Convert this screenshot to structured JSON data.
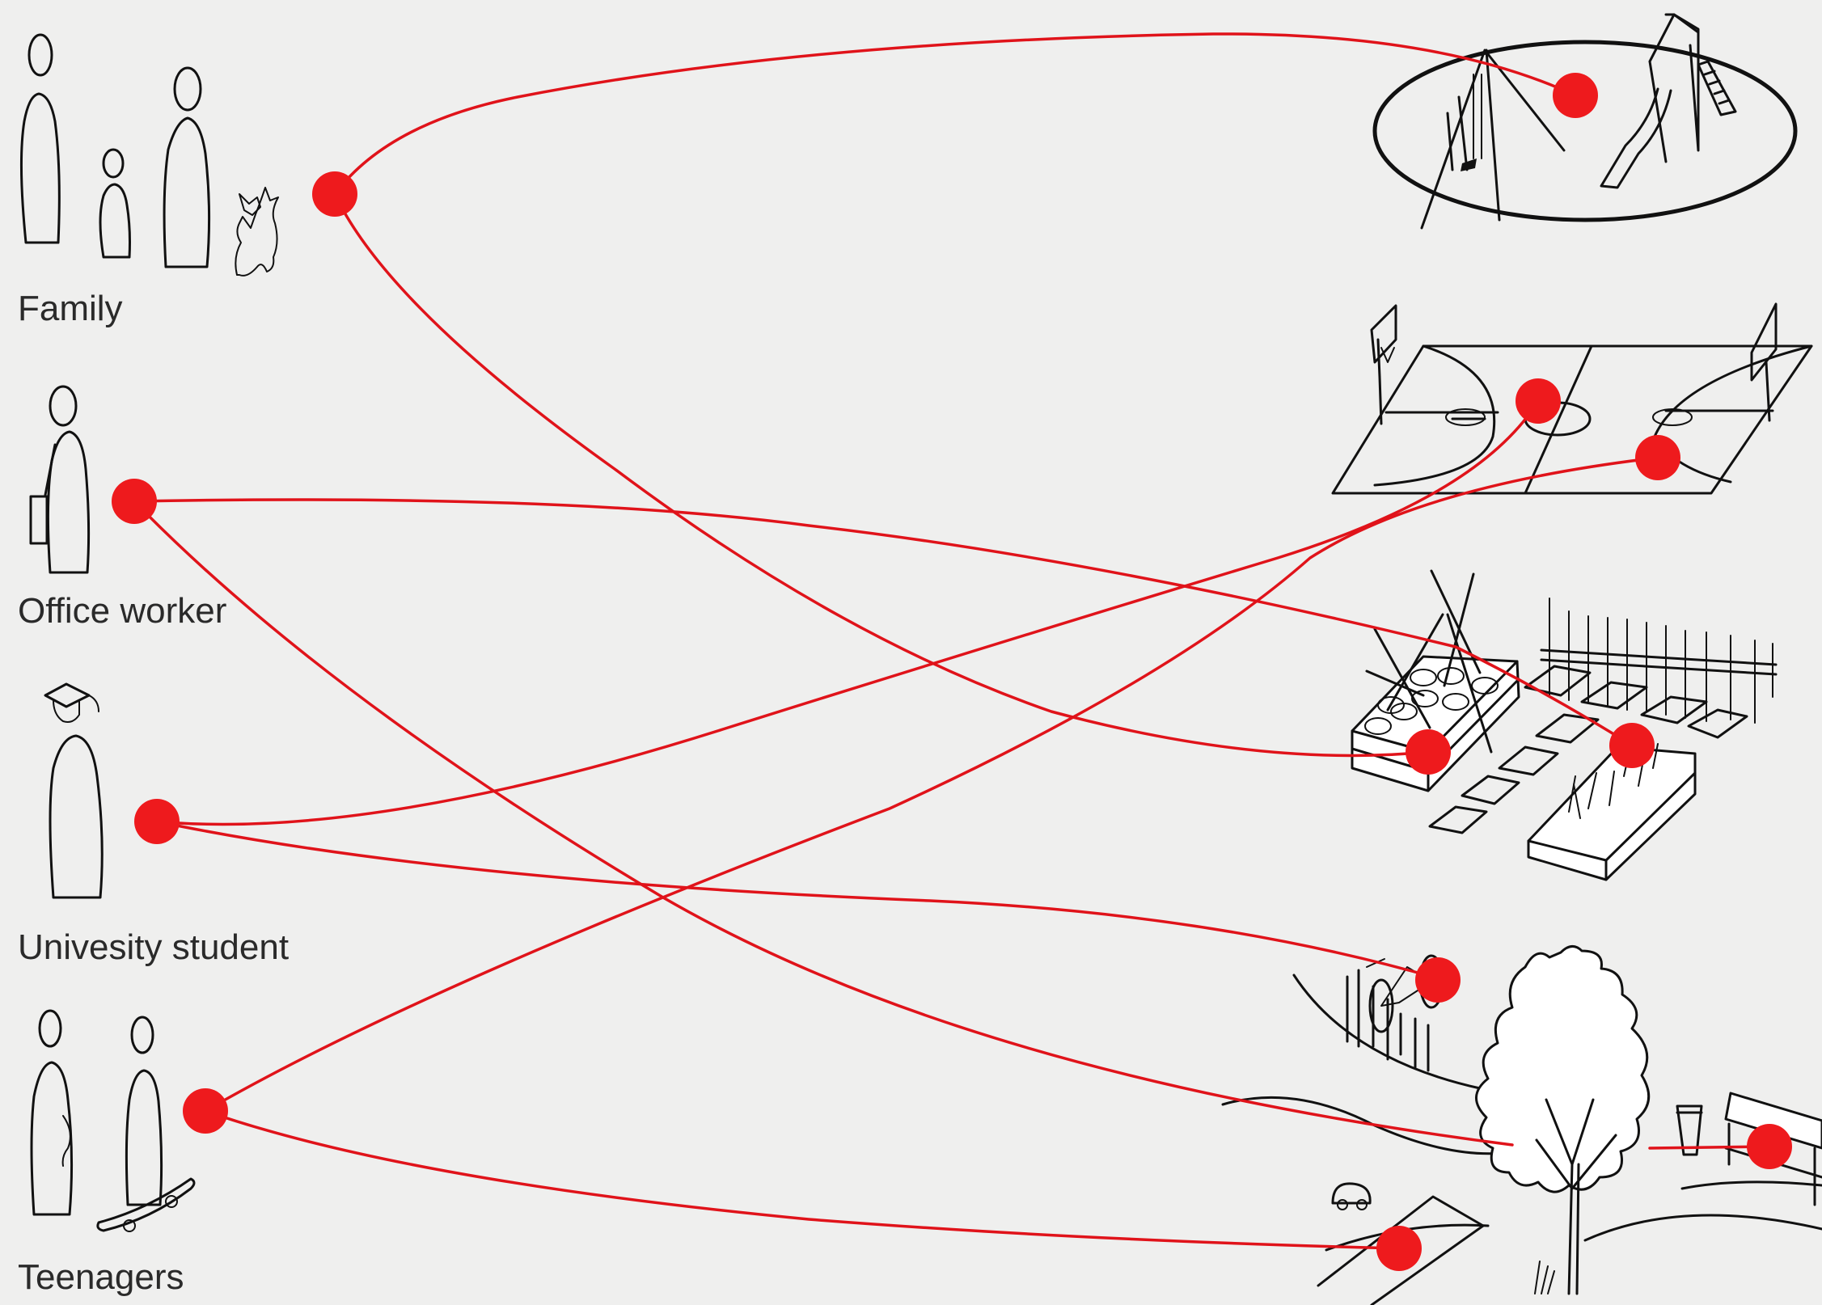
{
  "groups": {
    "family": "Family",
    "office_worker": "Office worker",
    "university_student": "Univesity student",
    "teenagers": "Teenagers"
  },
  "colors": {
    "background": "#efefee",
    "connector": "#e0131a",
    "node": "#ee1a1d",
    "ink": "#111111"
  },
  "icons": [
    "family-figures-icon",
    "office-worker-figure-icon",
    "student-figure-icon",
    "teenagers-figures-icon",
    "playground-icon",
    "basketball-court-icon",
    "vegetable-garden-icon",
    "bike-rack-icon",
    "tree-icon",
    "bench-icon",
    "picnic-blanket-icon"
  ],
  "connections": [
    [
      "Family",
      "playground"
    ],
    [
      "Family",
      "vegetable-garden"
    ],
    [
      "Office worker",
      "herb-garden"
    ],
    [
      "Office worker",
      "tree"
    ],
    [
      "Univesity student",
      "basketball-court"
    ],
    [
      "Univesity student",
      "bike-rack"
    ],
    [
      "Teenagers",
      "basketball-court"
    ],
    [
      "Teenagers",
      "picnic-blanket"
    ],
    [
      "tree",
      "bench"
    ]
  ]
}
